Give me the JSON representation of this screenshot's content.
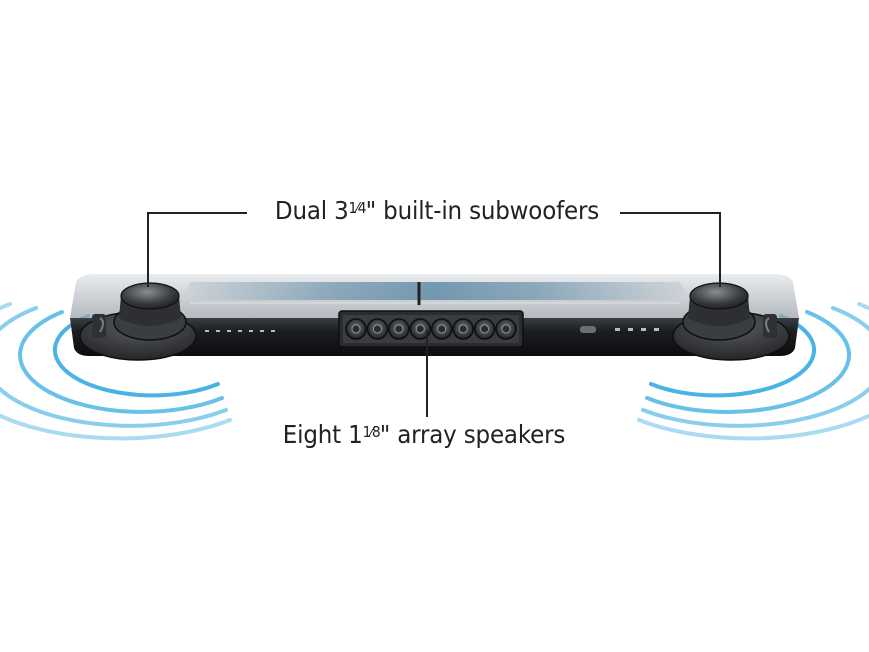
{
  "callouts": {
    "subwoofers": {
      "prefix": "Dual 3",
      "fraction": "1⁄4",
      "suffix": "\" built-in subwoofers"
    },
    "array": {
      "prefix": "Eight 1",
      "fraction": "1⁄8",
      "suffix": "\" array speakers"
    }
  },
  "components": {
    "subwoofer_count": 2,
    "array_driver_count": 8
  },
  "colors": {
    "wave_blue": "#2aa6e0",
    "leader_line": "#222222",
    "bar_body": "#1c1c1e",
    "glass_top": "#cfd4d8"
  }
}
